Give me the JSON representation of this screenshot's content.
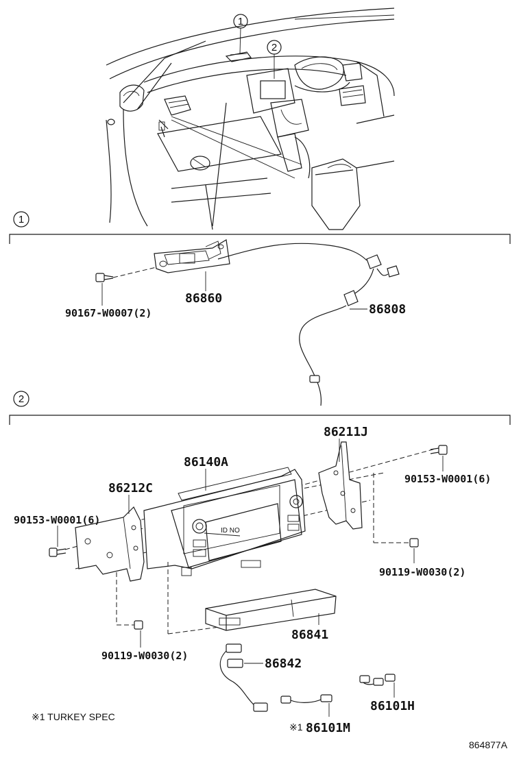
{
  "callouts": {
    "one": "1",
    "two": "2"
  },
  "section1": {
    "number": "1",
    "parts": {
      "p86860": "86860",
      "p86808": "86808",
      "screw": "90167-W0007(2)"
    }
  },
  "section2": {
    "number": "2",
    "parts": {
      "p86211J": "86211J",
      "p86140A": "86140A",
      "p86212C": "86212C",
      "screw_left": "90153-W0001(6)",
      "screw_right": "90153-W0001(6)",
      "bolt_right": "90119-W0030(2)",
      "bolt_left": "90119-W0030(2)",
      "p86841": "86841",
      "p86842": "86842",
      "p86101H": "86101H",
      "p86101M": "86101M",
      "p86101M_mark": "※1"
    },
    "id_no": "ID NO"
  },
  "footnote": "※1 TURKEY SPEC",
  "diagram_code": "864877A"
}
